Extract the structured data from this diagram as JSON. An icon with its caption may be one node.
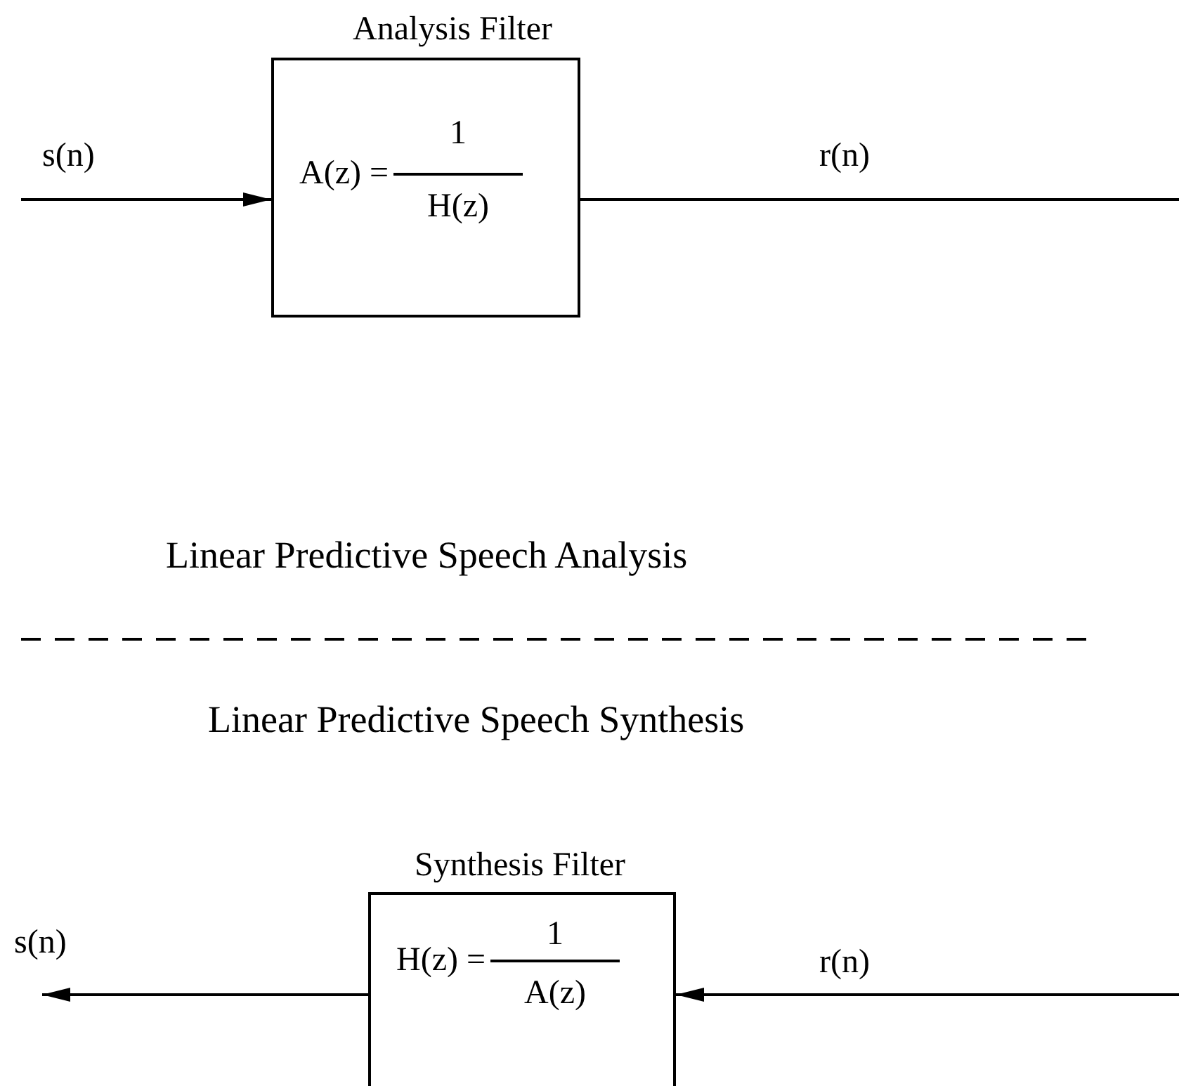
{
  "diagram": {
    "nodes": [
      {
        "text": [
          "Analysis Filter",
          "A(z) =",
          "1",
          "H(z)"
        ]
      },
      {
        "text": [
          "Synthesis Filter",
          "H(z) =",
          "1",
          "A(z)"
        ]
      }
    ],
    "edges": [
      {
        "from": null,
        "to": 0,
        "arrow": "to",
        "label": "s(n)"
      },
      {
        "from": 0,
        "to": null,
        "arrow": "none",
        "label": "r(n)"
      },
      {
        "from": 1,
        "to": null,
        "arrow": "to",
        "label": "s(n)"
      },
      {
        "from": null,
        "to": 1,
        "arrow": "to",
        "label": "r(n)"
      }
    ],
    "labels": [
      "Linear Predictive Speech Analysis",
      "Linear Predictive Speech Synthesis"
    ]
  }
}
